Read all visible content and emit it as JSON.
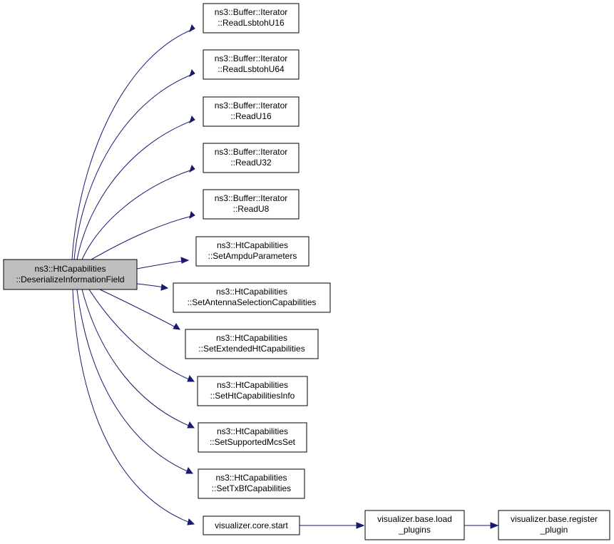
{
  "nodes": {
    "root": {
      "line1": "ns3::HtCapabilities",
      "line2": "::DeserializeInformationField"
    },
    "n_lsbtoh16": {
      "line1": "ns3::Buffer::Iterator",
      "line2": "::ReadLsbtohU16"
    },
    "n_lsbtoh64": {
      "line1": "ns3::Buffer::Iterator",
      "line2": "::ReadLsbtohU64"
    },
    "n_readu16": {
      "line1": "ns3::Buffer::Iterator",
      "line2": "::ReadU16"
    },
    "n_readu32": {
      "line1": "ns3::Buffer::Iterator",
      "line2": "::ReadU32"
    },
    "n_readu8": {
      "line1": "ns3::Buffer::Iterator",
      "line2": "::ReadU8"
    },
    "n_ampdu": {
      "line1": "ns3::HtCapabilities",
      "line2": "::SetAmpduParameters"
    },
    "n_antenna": {
      "line1": "ns3::HtCapabilities",
      "line2": "::SetAntennaSelectionCapabilities"
    },
    "n_extended": {
      "line1": "ns3::HtCapabilities",
      "line2": "::SetExtendedHtCapabilities"
    },
    "n_htinfo": {
      "line1": "ns3::HtCapabilities",
      "line2": "::SetHtCapabilitiesInfo"
    },
    "n_mcsset": {
      "line1": "ns3::HtCapabilities",
      "line2": "::SetSupportedMcsSet"
    },
    "n_txbf": {
      "line1": "ns3::HtCapabilities",
      "line2": "::SetTxBfCapabilities"
    },
    "n_vstart": {
      "line1": "visualizer.core.start"
    },
    "n_vload": {
      "line1": "visualizer.base.load",
      "line2": "_plugins"
    },
    "n_vreg": {
      "line1": "visualizer.base.register",
      "line2": "_plugin"
    }
  },
  "colors": {
    "root_fill": "#bfbfbf",
    "node_fill": "#ffffff",
    "edge": "#191970"
  }
}
